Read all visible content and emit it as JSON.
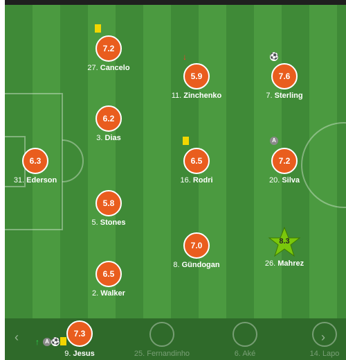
{
  "colors": {
    "rating_bg": "#e95d1e",
    "star": "#7ac70c",
    "pitch_a": "#3f8a37",
    "pitch_b": "#4b9a40",
    "card": "#f2d600"
  },
  "players": {
    "ederson": {
      "number": "31.",
      "name": "Ederson",
      "rating": "6.3"
    },
    "cancelo": {
      "number": "27.",
      "name": "Cancelo",
      "rating": "7.2"
    },
    "dias": {
      "number": "3.",
      "name": "Dias",
      "rating": "6.2"
    },
    "stones": {
      "number": "5.",
      "name": "Stones",
      "rating": "5.8"
    },
    "walker": {
      "number": "2.",
      "name": "Walker",
      "rating": "6.5"
    },
    "zinchenko": {
      "number": "11.",
      "name": "Zinchenko",
      "rating": "5.9"
    },
    "rodri": {
      "number": "16.",
      "name": "Rodri",
      "rating": "6.5"
    },
    "gundogan": {
      "number": "8.",
      "name": "Gündogan",
      "rating": "7.0"
    },
    "sterling": {
      "number": "7.",
      "name": "Sterling",
      "rating": "7.6"
    },
    "silva": {
      "number": "20.",
      "name": "Silva",
      "rating": "7.2"
    },
    "mahrez": {
      "number": "26.",
      "name": "Mahrez",
      "rating": "8.3"
    }
  },
  "bench": {
    "jesus": {
      "number": "9.",
      "name": "Jesus",
      "rating": "7.3"
    },
    "fernandinho": {
      "number": "25.",
      "name": "Fernandinho"
    },
    "ake": {
      "number": "6.",
      "name": "Aké"
    },
    "laporte": {
      "number": "14.",
      "name": "Lapo"
    }
  },
  "icons": {
    "yellow_card": "yellow-card-icon",
    "sub_out": "arrow-down-icon",
    "sub_in": "arrow-up-icon",
    "goal": "soccer-ball-icon",
    "assist": "assist-icon",
    "assist_letter": "A",
    "chevron_left": "‹",
    "chevron_right": "›",
    "arrow_down": "↓",
    "arrow_up": "↑",
    "ball": "⚽"
  }
}
